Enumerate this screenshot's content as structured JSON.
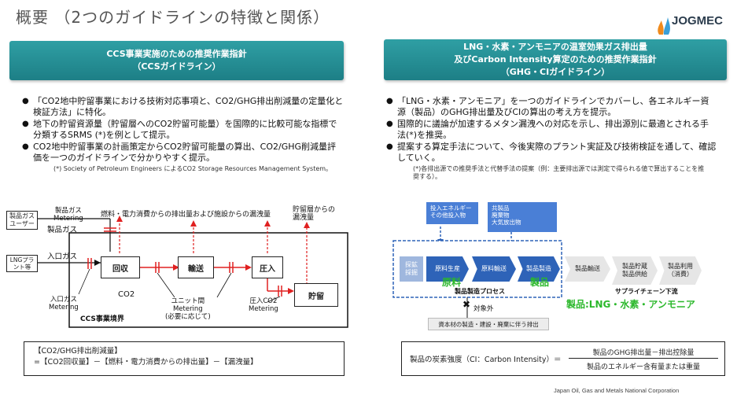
{
  "page": {
    "title": "概要 （2つのガイドラインの特徴と関係）",
    "logo_text": "JOGMEC",
    "footer": "Japan Oil, Gas and Metals National Corporation"
  },
  "left": {
    "header_line1": "CCS事業実施のための推奨作業指針",
    "header_line2": "（CCSガイドライン）",
    "bullets": [
      "「CO2地中貯留事業における技術対応事項と、CO2/GHG排出削減量の定量化と検証方法」に特化。",
      "地下の貯留資源量（貯留層へのCO2貯留可能量）を国際的に比較可能な指標で分類するSRMS (*)を例として提示。",
      "CO2地中貯留事業の計画策定からCO2貯留可能量の算出、CO2/GHG削減量評価を一つのガイドラインで分かりやすく提示。"
    ],
    "note": "(*) Society of Petroleum Engineers によるCO2 Storage Resources Management System。",
    "diagram": {
      "user_box": "製品ガス\nユーザー",
      "lng_box": "LNGプラント等",
      "recovery": "回収",
      "transport": "輸送",
      "injection": "圧入",
      "storage": "貯留",
      "boundary": "CCS事業境界",
      "product_gas_metering": "製品ガス\nMetering",
      "product_gas": "製品ガス",
      "inlet_gas": "入口ガス",
      "inlet_metering": "入口ガス\nMetering",
      "co2": "CO2",
      "unit_metering": "ユニット間\nMetering\n(必要に応じて)",
      "injection_metering": "圧入CO2\nMetering",
      "emission_label": "燃料・電力消費からの排出量および施設からの漏洩量",
      "leak_label": "貯留層からの\n漏洩量"
    },
    "formula_line1": "【CO2/GHG排出削減量】",
    "formula_line2": "=【CO2回収量】－【燃料・電力消費からの排出量】－【漏洩量】"
  },
  "right": {
    "header_line1": "LNG・水素・アンモニアの温室効果ガス排出量",
    "header_line2": "及びCarbon Intensity算定のための推奨作業指針",
    "header_line3": "（GHG・CIガイドライン）",
    "bullets": [
      "「LNG・水素・アンモニア」を一つのガイドラインでカバーし、各エネルギー資源（製品）のGHG排出量及びCIの算出の考え方を提示。",
      "国際的に議論が加速するメタン漏洩への対応を示し、排出源別に最適とされる手法(*)を推奨。",
      "提案する算定手法について、今後実際のプラント実証及び技術検証を通して、確認していく。"
    ],
    "note": "(*)各排出源での推奨手法と代替手法の提案（例：主要排出源では測定で得られる値で算出することを推奨する）。",
    "diagram": {
      "input_items": [
        "投入エネルギー",
        "その他投入物"
      ],
      "byproduct_items": [
        "共製品",
        "廃棄物",
        "大気放出物"
      ],
      "explore": "探鉱\n採掘",
      "raw_production": "原料生産",
      "raw_transport": "原料輸送",
      "product_manufacture": "製品製造",
      "raw_overlay": "原料",
      "product_overlay": "製品",
      "process_label": "製品製造プロセス",
      "product_transport": "製品輸送",
      "product_storage": "製品貯蔵\n製品供給",
      "product_use": "製品利用\n（消費）",
      "supply_chain": "サプライチェーン下流",
      "exclude_mark": "✖",
      "exclude_label": "対象外",
      "capital_goods": "資本材の製造・建設・廃棄に伴う排出",
      "products_label": "製品:LNG・水素・アンモニア"
    },
    "formula_lhs": "製品の炭素強度（CI：Carbon Intensity）＝",
    "formula_num": "製品のGHG排出量－排出控除量",
    "formula_den": "製品のエネルギー含有量または重量"
  },
  "colors": {
    "header_teal": "#1d7f86",
    "flow_red": "#e02020",
    "product_green": "#2bb82b",
    "process_blue": "#2e63b8"
  }
}
